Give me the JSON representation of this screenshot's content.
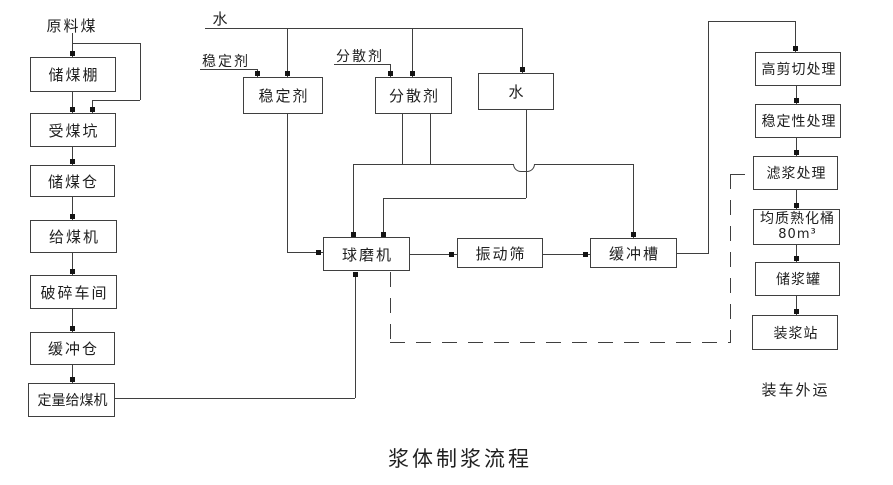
{
  "title": "浆体制浆流程",
  "colors": {
    "line": "#3f3f3f",
    "text": "#1f1f1f",
    "background": "#ffffff"
  },
  "labels": {
    "raw_coal": "原料煤",
    "water_feed": "水",
    "stabilizer_feed": "稳定剂",
    "dispersant_feed": "分散剂",
    "truck_out": "装车外运"
  },
  "boxes": {
    "coal_shed": "储煤棚",
    "coal_pit": "受煤坑",
    "coal_bunker": "储煤仓",
    "coal_feeder": "给煤机",
    "crushing_shop": "破碎车间",
    "buffer_bunker": "缓冲仓",
    "weigh_feeder": "定量给煤机",
    "stabilizer": "稳定剂",
    "dispersant": "分散剂",
    "water": "水",
    "ball_mill": "球磨机",
    "vibrating_screen": "振动筛",
    "buffer_tank": "缓冲槽",
    "high_shear": "高剪切处理",
    "stability_treatment": "稳定性处理",
    "slurry_filtering": "滤浆处理",
    "homogenizing_tank_line1": "均质熟化桶",
    "homogenizing_tank_line2": "80m³",
    "slurry_storage_tank": "储浆罐",
    "loading_station": "装浆站"
  }
}
